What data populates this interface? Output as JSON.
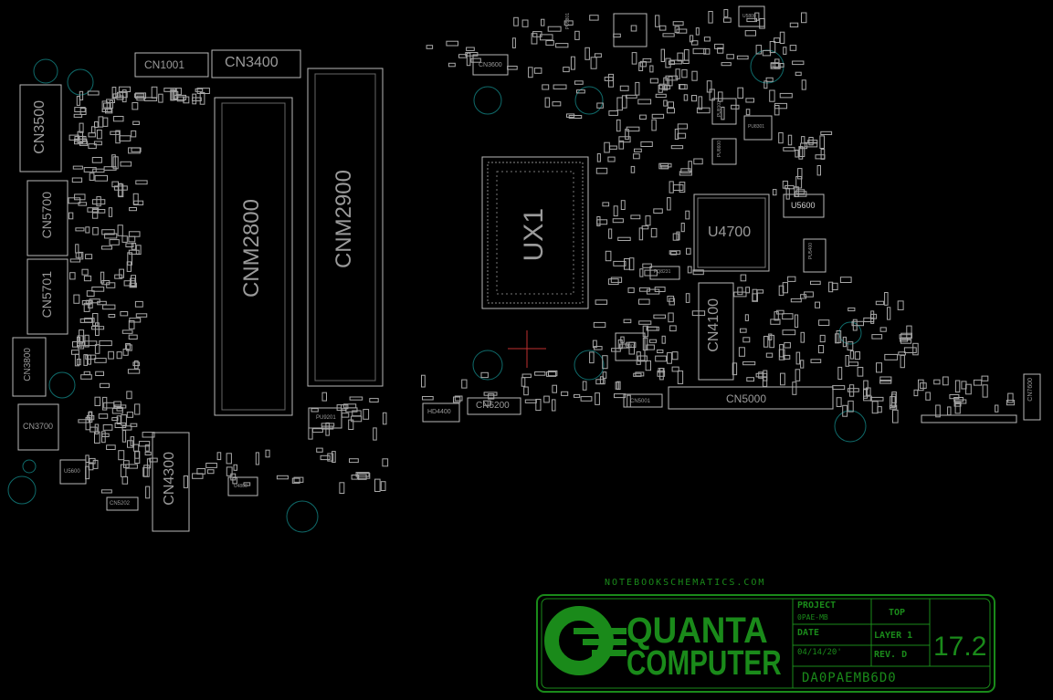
{
  "watermark": "NOTEBOOKSCHEMATICS.COM",
  "components": {
    "cn1001": "CN1001",
    "cn3400": "CN3400",
    "cnm2800": "CNM2800",
    "cnm2900": "CNM2900",
    "cn3500": "CN3500",
    "cn5700": "CN5700",
    "cn5701": "CN5701",
    "cn3800": "CN3800",
    "cn3700": "CN3700",
    "cn4300": "CN4300",
    "cn5202": "CN5202",
    "u5600_left": "U5600",
    "u4800": "U4800",
    "pu9201": "PU9201",
    "cn3600": "CN3600",
    "ux1": "UX1",
    "u4700": "U4700",
    "u5600": "U5600",
    "cn4100": "CN4100",
    "cn5000": "CN5000",
    "cn5001": "CN5001",
    "cn5200": "CN5200",
    "hd4400": "HD4400",
    "cn7600": "CN7600",
    "u5800": "U5800",
    "u7800": "U7800",
    "pu8102": "PU8102",
    "pq8231": "PQ8231",
    "pu8600": "PU8600",
    "pu5801": "PU5801",
    "pu5400": "PU5400",
    "pu8301": "PU8301"
  },
  "title_block": {
    "logo_line1": "QUANTA",
    "logo_line2": "COMPUTER",
    "project_label": "PROJECT",
    "project_value": "0PAE-MB",
    "date_label": "DATE",
    "date_value": "04/14/20'",
    "side_label": "TOP",
    "layer_label": "LAYER 1",
    "rev_label": "REV. D",
    "page_number": "17.2",
    "part_number": "DA0PAEMB6D0"
  },
  "colors": {
    "background": "#000000",
    "outline": "#b8b8b8",
    "title_green": "#1a8a1a",
    "hole_teal": "#0f6b6b",
    "marker_red": "#c03030"
  }
}
